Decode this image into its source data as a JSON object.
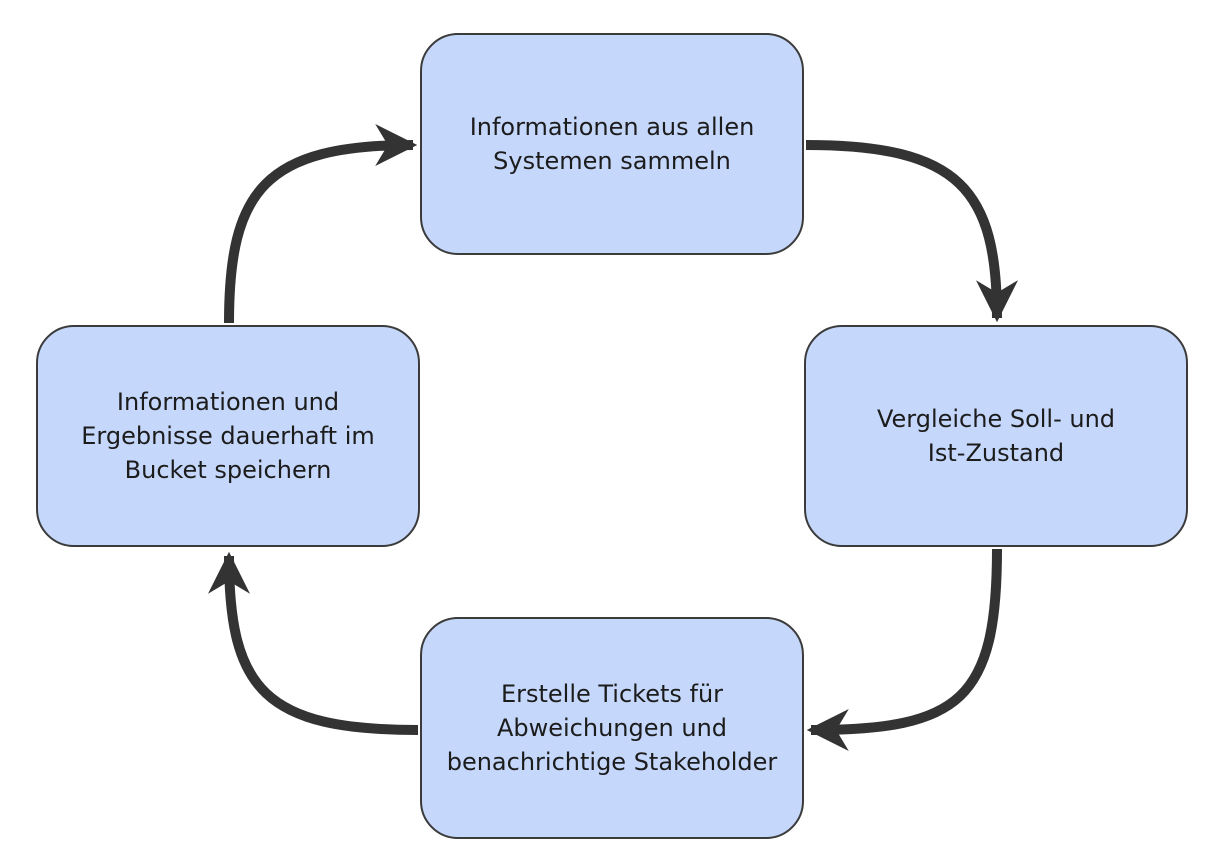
{
  "diagram": {
    "type": "cycle",
    "nodes": [
      {
        "id": "collect",
        "text": "Informationen aus allen\nSystemen sammeln"
      },
      {
        "id": "compare",
        "text": "Vergleiche Soll- und\nIst-Zustand"
      },
      {
        "id": "tickets",
        "text": "Erstelle Tickets für\nAbweichungen und\nbenachrichtige Stakeholder"
      },
      {
        "id": "store",
        "text": "Informationen und\nErgebnisse dauerhaft im\nBucket speichern"
      }
    ],
    "edges": [
      {
        "from": "collect",
        "to": "compare"
      },
      {
        "from": "compare",
        "to": "tickets"
      },
      {
        "from": "tickets",
        "to": "store"
      },
      {
        "from": "store",
        "to": "collect"
      }
    ],
    "colors": {
      "node_fill": "#c5d7fa",
      "node_border": "#3b3b3b",
      "arrow": "#333333",
      "text": "#1c1c1c"
    }
  }
}
